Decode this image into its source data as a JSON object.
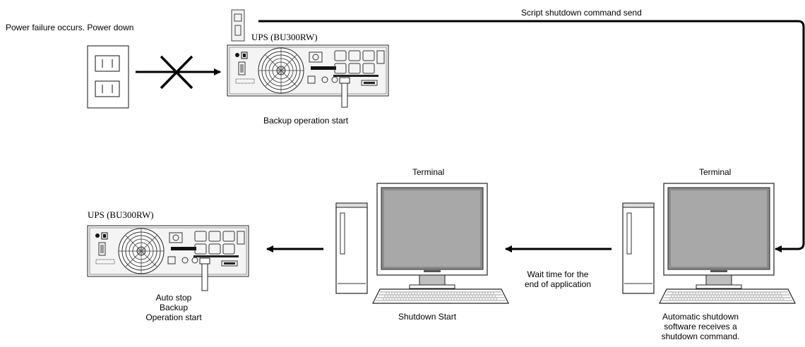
{
  "labels": {
    "power_failure": "Power failure occurs. Power down",
    "script_command": "Script shutdown command  send",
    "backup_start": "Backup operation start",
    "ups_top_model": "UPS (BU300RW)",
    "ups_bottom_model": "UPS (BU300RW)",
    "terminal_middle": "Terminal",
    "terminal_right": "Terminal",
    "wait_time_line1": "Wait time for the",
    "wait_time_line2": "end of application",
    "shutdown_start": "Shutdown Start",
    "auto_stop_line1": "Auto stop",
    "auto_stop_line2": "Backup",
    "auto_stop_line3": "Operation start",
    "auto_shutdown_line1": "Automatic shutdown",
    "auto_shutdown_line2": "software receives a",
    "auto_shutdown_line3": "shutdown command."
  }
}
